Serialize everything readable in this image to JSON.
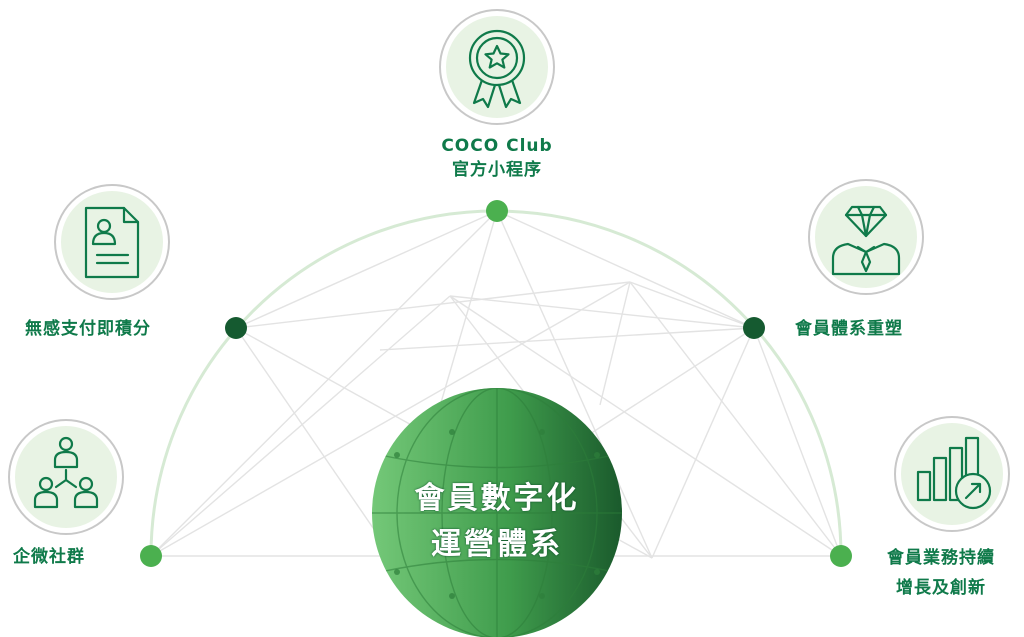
{
  "hub": {
    "lines": [
      "會員數字化",
      "運營體系"
    ]
  },
  "nodes": [
    {
      "id": "wecom",
      "lines": [
        "企微社群"
      ],
      "icon": "people-network-icon"
    },
    {
      "id": "payment",
      "lines": [
        "無感支付即積分"
      ],
      "icon": "member-card-document-icon"
    },
    {
      "id": "mini",
      "lines": [
        "COCO Club",
        "官方小程序"
      ],
      "icon": "award-star-ribbon-icon"
    },
    {
      "id": "rebuild",
      "lines": [
        "會員體系重塑"
      ],
      "icon": "diamond-person-icon"
    },
    {
      "id": "growth",
      "lines": [
        "會員業務持續",
        "增長及創新"
      ],
      "icon": "growth-chart-arrow-icon"
    }
  ],
  "colors": {
    "primary": "#0f7a4a",
    "dot_light": "#4bb04f",
    "dot_dark": "#155a30",
    "icon_bg": "#e8f3e4",
    "ring": "#c8c8c8",
    "hub_light": "#6cc46f",
    "hub_dark": "#1b5e2d"
  }
}
